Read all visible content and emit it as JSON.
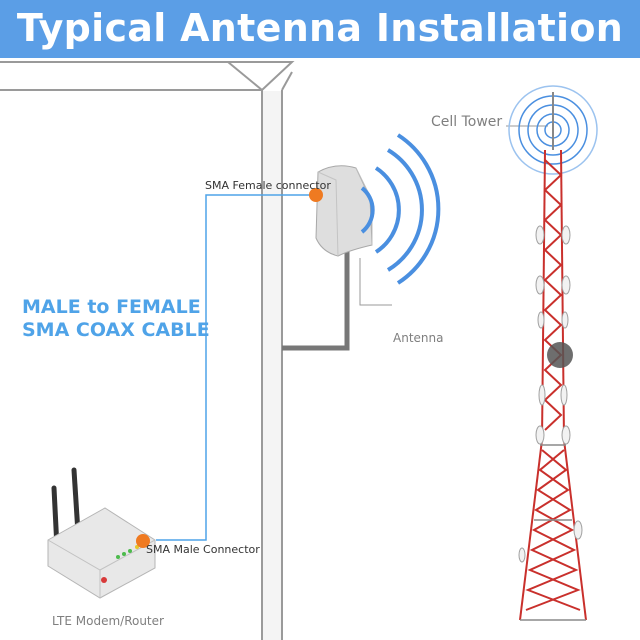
{
  "title": "Typical Antenna Installation",
  "labels": {
    "cable": [
      "MALE to FEMALE",
      "SMA COAX CABLE"
    ],
    "sma_female": "SMA Female connector",
    "sma_male": "SMA Male Connector",
    "antenna": "Antenna",
    "cell_tower": "Cell Tower",
    "router": "LTE Modem/Router"
  },
  "colors": {
    "banner": "#5b9ee6",
    "cable": "#4fa3e8",
    "connector": "#ef7a21",
    "signal_arcs": "#4a8fe0",
    "tower_red": "#c9302c",
    "tower_grey": "#8a8a8a"
  }
}
